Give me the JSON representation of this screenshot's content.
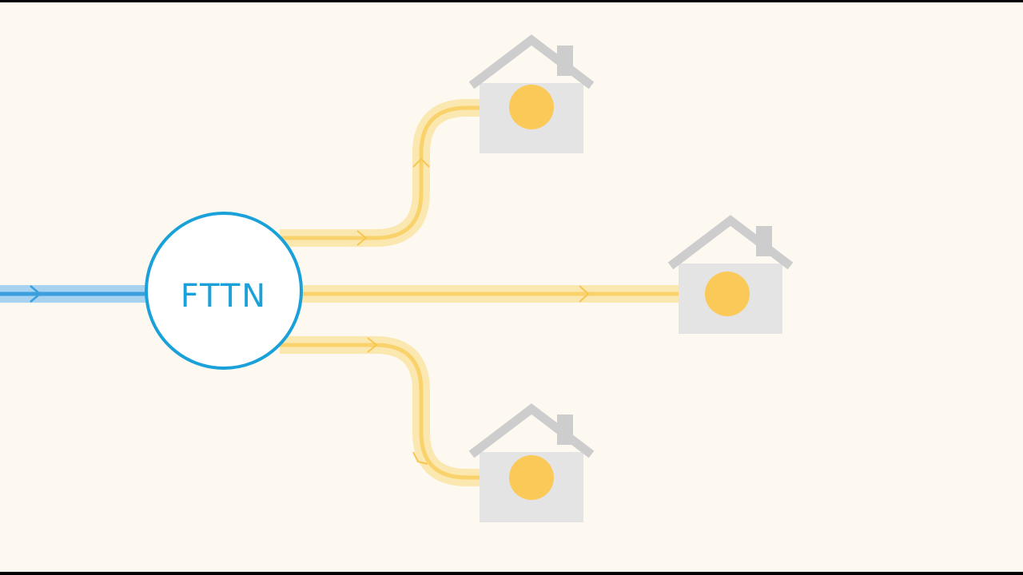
{
  "diagram": {
    "node": {
      "label": "FTTN"
    },
    "houses": [
      {
        "id": "top"
      },
      {
        "id": "middle"
      },
      {
        "id": "bottom"
      }
    ]
  },
  "colors": {
    "background": "#fdf9f1",
    "letterbox": "#000000",
    "feed_line": "#3a9fdc",
    "feed_line_glow": "#a8d3f0",
    "node_ring": "#1ba1d9",
    "node_fill": "#ffffff",
    "node_text": "#1ba1d9",
    "copper_line": "#f9d26b",
    "copper_line_glow": "#fbe8b0",
    "connection_dot": "#fac958",
    "house": "#e4e4e4",
    "roof": "#cdcdcd"
  },
  "icons": [
    "house-icon",
    "arrow-chevron-icon"
  ]
}
